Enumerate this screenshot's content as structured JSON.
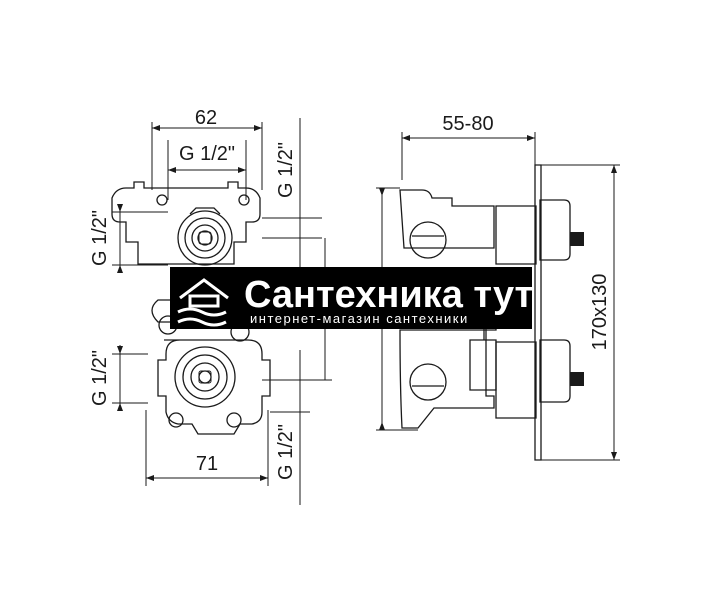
{
  "dimensions": {
    "top_width": "62",
    "top_thread": "G 1/2\"",
    "right_thread_top": "G 1/2\"",
    "left_thread_top": "G 1/2\"",
    "left_thread_bottom": "G 1/2\"",
    "bottom_width": "71",
    "right_thread_bottom": "G 1/2\"",
    "depth": "55-80",
    "plate_size": "170x130"
  },
  "watermark": {
    "brand": "Сантехника тут",
    "tagline": "интернет-магазин сантехники"
  },
  "colors": {
    "line": "#1a1a1a",
    "watermark_bg": "#000000",
    "watermark_text": "#ffffff"
  }
}
